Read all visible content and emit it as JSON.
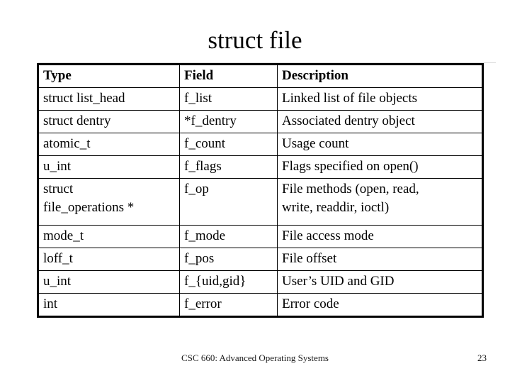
{
  "slide": {
    "title": "struct file",
    "footer_text": "CSC 660: Advanced Operating Systems",
    "page_number": "23",
    "accent_color": "#000000",
    "background_color": "#ffffff"
  },
  "table": {
    "headers": {
      "type": "Type",
      "field": "Field",
      "description": "Description"
    },
    "rows": [
      {
        "type": "struct list_head",
        "type_line2": "",
        "field": "f_list",
        "description": "Linked list of file objects",
        "description_line2": ""
      },
      {
        "type": "struct dentry",
        "type_line2": "",
        "field": "*f_dentry",
        "description": "Associated dentry object",
        "description_line2": ""
      },
      {
        "type": "atomic_t",
        "type_line2": "",
        "field": "f_count",
        "description": "Usage count",
        "description_line2": ""
      },
      {
        "type": "u_int",
        "type_line2": "",
        "field": "f_flags",
        "description": "Flags specified on open()",
        "description_line2": ""
      },
      {
        "type": "struct",
        "type_line2": "file_operations *",
        "field": "f_op",
        "description": "File methods (open, read,",
        "description_line2": "write, readdir, ioctl)"
      },
      {
        "type": "mode_t",
        "type_line2": "",
        "field": "f_mode",
        "description": "File access mode",
        "description_line2": ""
      },
      {
        "type": "loff_t",
        "type_line2": "",
        "field": "f_pos",
        "description": "File offset",
        "description_line2": ""
      },
      {
        "type": "u_int",
        "type_line2": "",
        "field": "f_{uid,gid}",
        "description": "User’s UID and GID",
        "description_line2": ""
      },
      {
        "type": "int",
        "type_line2": "",
        "field": "f_error",
        "description": "Error code",
        "description_line2": ""
      }
    ]
  }
}
